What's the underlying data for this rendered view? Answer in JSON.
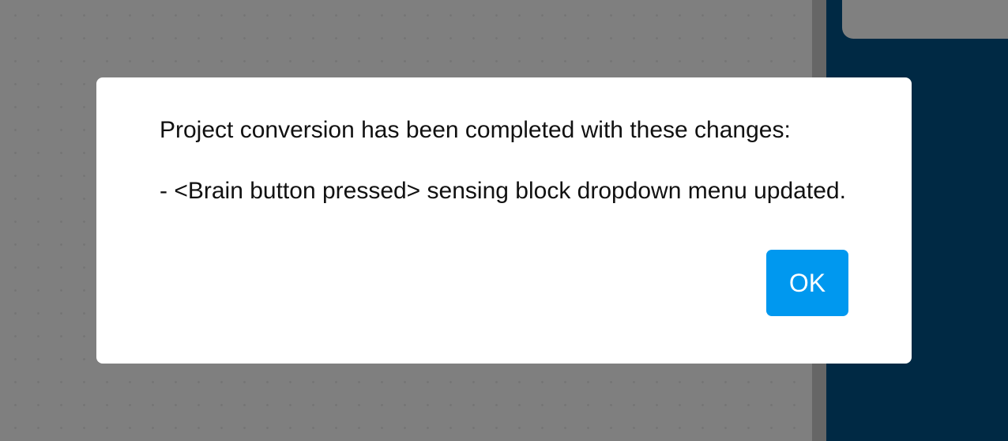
{
  "dialog": {
    "title": "Project conversion has been completed with these changes:",
    "changes": [
      "- <Brain button pressed> sensing block dropdown menu updated."
    ],
    "ok_label": "OK"
  },
  "colors": {
    "overlay_gray": "#7f7f7f",
    "side_panel": "#002944",
    "ok_button": "#0098ef",
    "device_avatar": "#005483"
  }
}
